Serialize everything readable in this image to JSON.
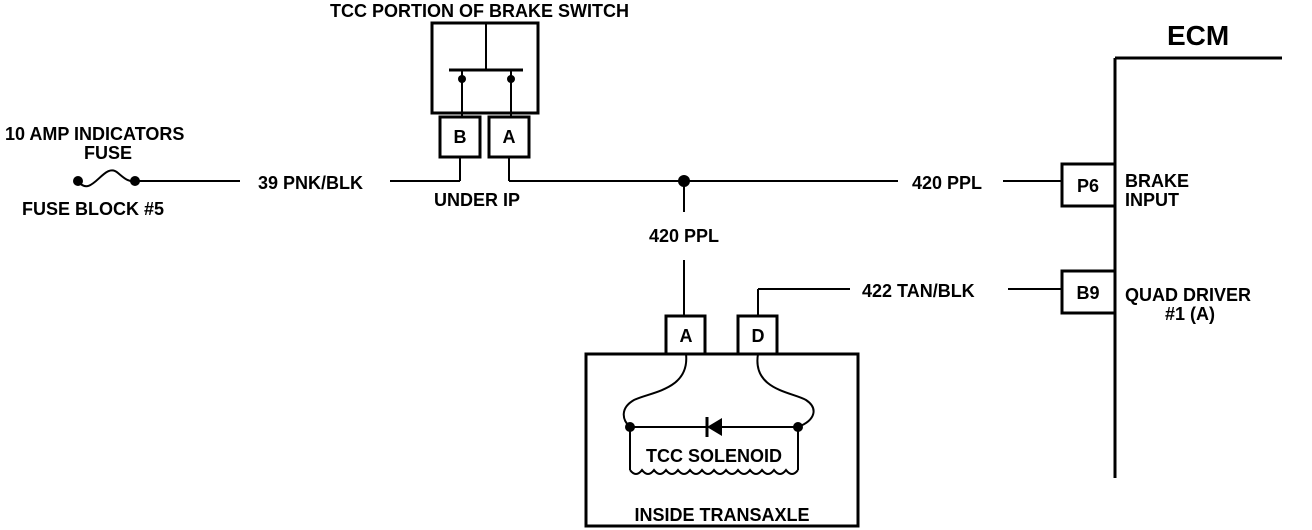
{
  "switch": {
    "title": "TCC PORTION OF BRAKE SWITCH",
    "pin_b": "B",
    "pin_a": "A",
    "location": "UNDER IP"
  },
  "fuse": {
    "label_line1": "10 AMP INDICATORS",
    "label_line2": "FUSE",
    "block": "FUSE BLOCK #5"
  },
  "wires": {
    "pnk_blk": "39 PNK/BLK",
    "ppl_horizontal": "420 PPL",
    "ppl_vertical": "420 PPL",
    "tan_blk": "422 TAN/BLK"
  },
  "ecm": {
    "title": "ECM",
    "pin_p6": "P6",
    "pin_p6_label_line1": "BRAKE",
    "pin_p6_label_line2": "INPUT",
    "pin_b9": "B9",
    "pin_b9_label_line1": "QUAD DRIVER",
    "pin_b9_label_line2": "#1  (A)"
  },
  "transaxle": {
    "pin_a": "A",
    "pin_d": "D",
    "solenoid": "TCC SOLENOID",
    "label": "INSIDE TRANSAXLE"
  }
}
